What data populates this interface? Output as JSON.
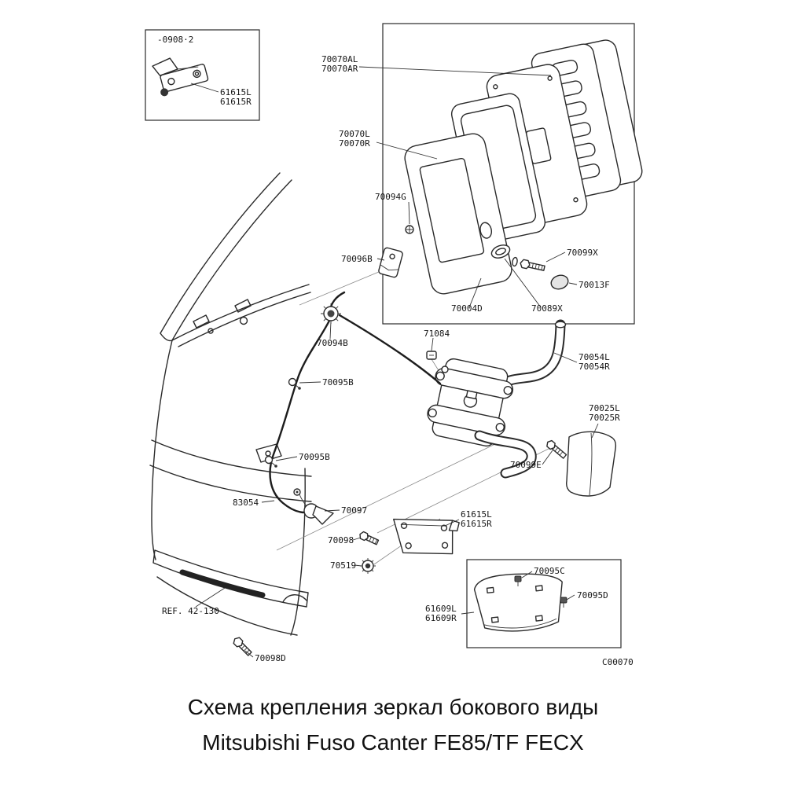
{
  "footer": {
    "title": "Схема крепления зеркал бокового виды",
    "subtitle": "Mitsubishi Fuso Canter FE85/TF FECX"
  },
  "diagram": {
    "code": "C00070",
    "ref_note": "REF. 42-130",
    "inset_note": "-0908·2",
    "parts": {
      "p61615L": "61615L",
      "p61615R": "61615R",
      "p70070AL": "70070AL",
      "p70070AR": "70070AR",
      "p70070L": "70070L",
      "p70070R": "70070R",
      "p70094G": "70094G",
      "p70096B": "70096B",
      "p70099X": "70099X",
      "p70013F": "70013F",
      "p70004D": "70004D",
      "p70089X": "70089X",
      "p70094B": "70094B",
      "p71084": "71084",
      "p70054L": "70054L",
      "p70054R": "70054R",
      "p70095B": "70095B",
      "p70025L": "70025L",
      "p70025R": "70025R",
      "p70099E": "70099E",
      "p83054": "83054",
      "p70097": "70097",
      "p70098": "70098",
      "p70519": "70519",
      "p70095C": "70095C",
      "p70095D": "70095D",
      "p61609L": "61609L",
      "p61609R": "61609R",
      "p70098D": "70098D"
    }
  }
}
